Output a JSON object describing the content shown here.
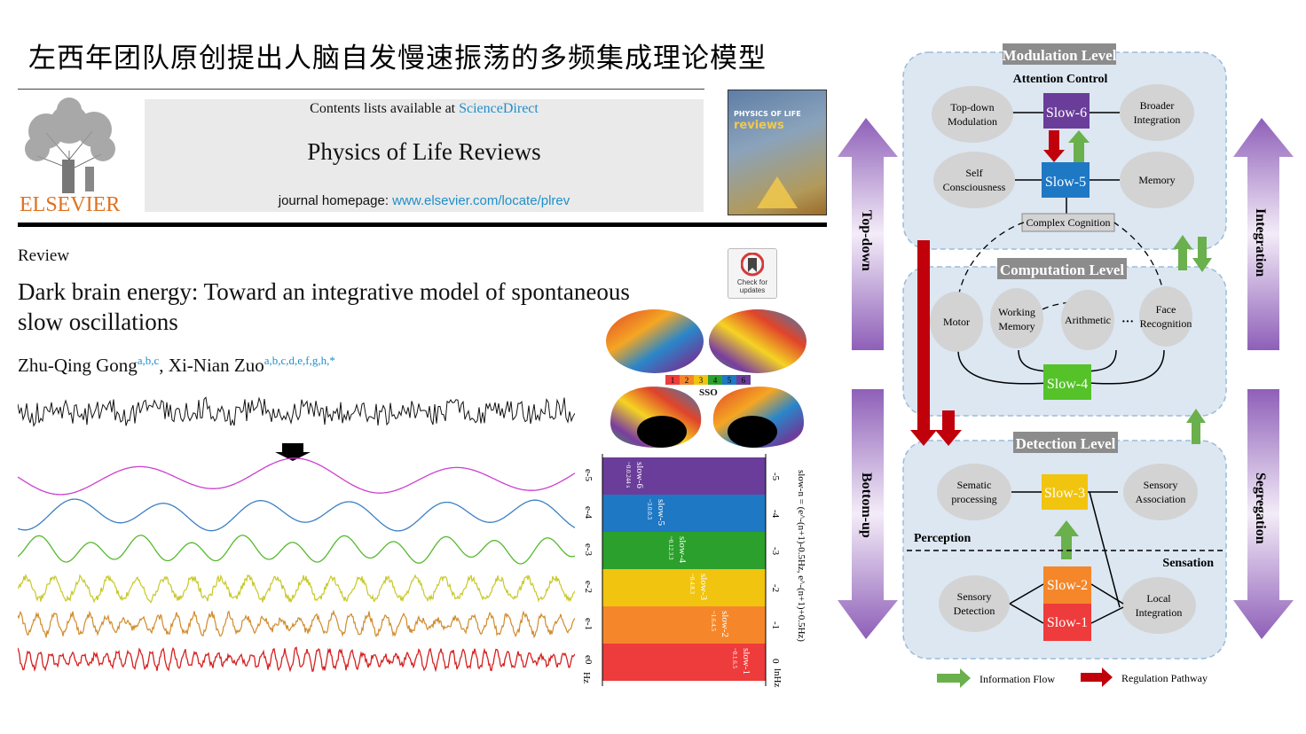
{
  "slide": {
    "title": "左西年团队原创提出人脑自发慢速振荡的多频集成理论模型"
  },
  "article": {
    "contents_prefix": "Contents lists available at ",
    "sciencedirect": "ScienceDirect",
    "journal": "Physics of Life Reviews",
    "homepage_prefix": "journal homepage: ",
    "homepage_url": "www.elsevier.com/locate/plrev",
    "publisher": "ELSEVIER",
    "cover_title": "PHYSICS OF LIFE",
    "cover_sub": "reviews",
    "section": "Review",
    "title_line1": "Dark brain energy: Toward an integrative model of spontaneous",
    "title_line2": "slow oscillations",
    "author1": "Zhu-Qing Gong",
    "author1_aff": "a,b,c",
    "author_sep": ", ",
    "author2": "Xi-Nian Zuo",
    "author2_aff": "a,b,c,d,e,f,g,h,*",
    "check_updates": "Check for updates"
  },
  "bands": {
    "colors": [
      "#6a3d9a",
      "#1f78c4",
      "#2ca02c",
      "#f1c40f",
      "#f5872a",
      "#ee3b3b"
    ],
    "wave_colors": [
      "#cc3fcf",
      "#3b7fc4",
      "#55b82e",
      "#c8c82a",
      "#d08b2c",
      "#d62020"
    ],
    "slow_labels": [
      "slow-6",
      "slow-5",
      "slow-4",
      "slow-3",
      "slow-2",
      "slow-1"
    ],
    "ranges": [
      "~0.0.244 s",
      "~3.0.0.3",
      "~0.12.3.3",
      "~0.4.8.3",
      "~1.6.4.5",
      "~0.1.6.5"
    ],
    "left_ticks": [
      "e-5",
      "e-4",
      "e-3",
      "e-2",
      "e-1",
      "e0"
    ],
    "right_ticks": [
      "-5",
      "-4",
      "-3",
      "-2",
      "-1",
      "0"
    ],
    "left_unit": "Hz",
    "right_unit": "lnHz",
    "axis_formula": "slow-n = (e^-(n+1)-0.5Hz, e^-(n+1)+0.5Hz)",
    "sso_label": "SSO",
    "scale_numbers": [
      "1",
      "2",
      "3",
      "4",
      "5",
      "6"
    ]
  },
  "diagram": {
    "modulation_level": "Modulation Level",
    "attention_control": "Attention Control",
    "top_down_modulation": [
      "Top-down",
      "Modulation"
    ],
    "broader_integration": [
      "Broader",
      "Integration"
    ],
    "self_consciousness": [
      "Self",
      "Consciousness"
    ],
    "memory": "Memory",
    "slow6": "Slow-6",
    "slow5": "Slow-5",
    "complex_cognition": "Complex Cognition",
    "computation_level": "Computation Level",
    "motor": "Motor",
    "working_memory": [
      "Working",
      "Memory"
    ],
    "arithmetic": "Arithmetic",
    "ellipsis": "···",
    "face_recognition": [
      "Face",
      "Recognition"
    ],
    "slow4": "Slow-4",
    "detection_level": "Detection Level",
    "sematic_processing": [
      "Sematic",
      "processing"
    ],
    "slow3": "Slow-3",
    "sensory_association": [
      "Sensory",
      "Association"
    ],
    "perception": "Perception",
    "sensation": "Sensation",
    "sensory_detection": [
      "Sensory",
      "Detection"
    ],
    "slow2": "Slow-2",
    "slow1": "Slow-1",
    "local_integration": [
      "Local",
      "Integration"
    ],
    "top_down": "Top-down",
    "bottom_up": "Bottom-up",
    "integration": "Integration",
    "segregation": "Segregation",
    "legend_info": "Information Flow",
    "legend_reg": "Regulation Pathway",
    "colors": {
      "green": "#6ab04c",
      "red": "#c0000a",
      "purple": "#8e5fb8",
      "panel": "#dce7f2",
      "node": "#d3d3d3"
    }
  }
}
